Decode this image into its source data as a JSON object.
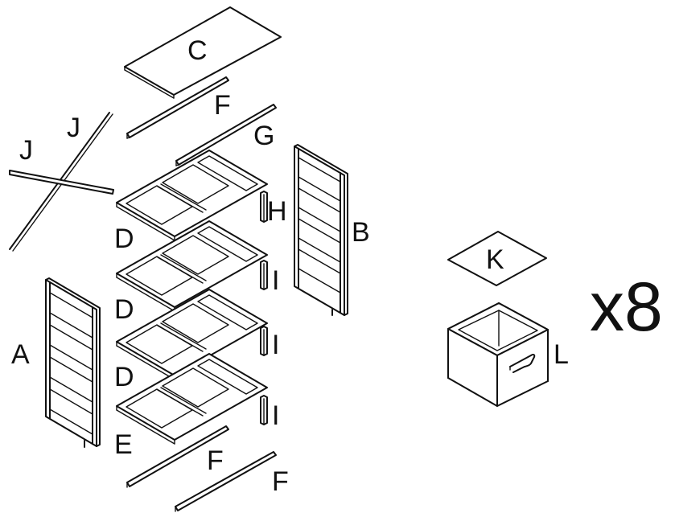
{
  "parts": {
    "A": "A",
    "B": "B",
    "C": "C",
    "D1": "D",
    "D2": "D",
    "D3": "D",
    "E": "E",
    "F1": "F",
    "F2": "F",
    "F3": "F",
    "G": "G",
    "H": "H",
    "I1": "I",
    "I2": "I",
    "I3": "I",
    "J1": "J",
    "J2": "J",
    "K": "K",
    "L": "L"
  },
  "quantity": "x8"
}
